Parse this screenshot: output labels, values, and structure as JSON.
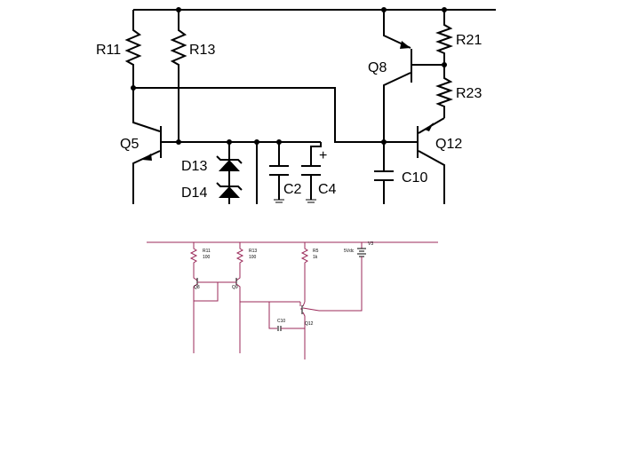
{
  "top_schematic": {
    "labels": {
      "r11": "R11",
      "r13": "R13",
      "r21": "R21",
      "r23": "R23",
      "q5": "Q5",
      "q8": "Q8",
      "q12": "Q12",
      "d13": "D13",
      "d14": "D14",
      "c2": "C2",
      "c4": "C4",
      "c10": "C10",
      "plus": "+"
    }
  },
  "bottom_schematic": {
    "labels": {
      "r11": "R11",
      "r11_val": "100",
      "r13": "R13",
      "r13_val": "100",
      "r5": "R5",
      "r5_val": "1k",
      "v3": "V3",
      "v3_val": "5Vdc",
      "q8": "Q8",
      "q9": "Q9",
      "q12": "Q12",
      "c10": "C10"
    }
  }
}
